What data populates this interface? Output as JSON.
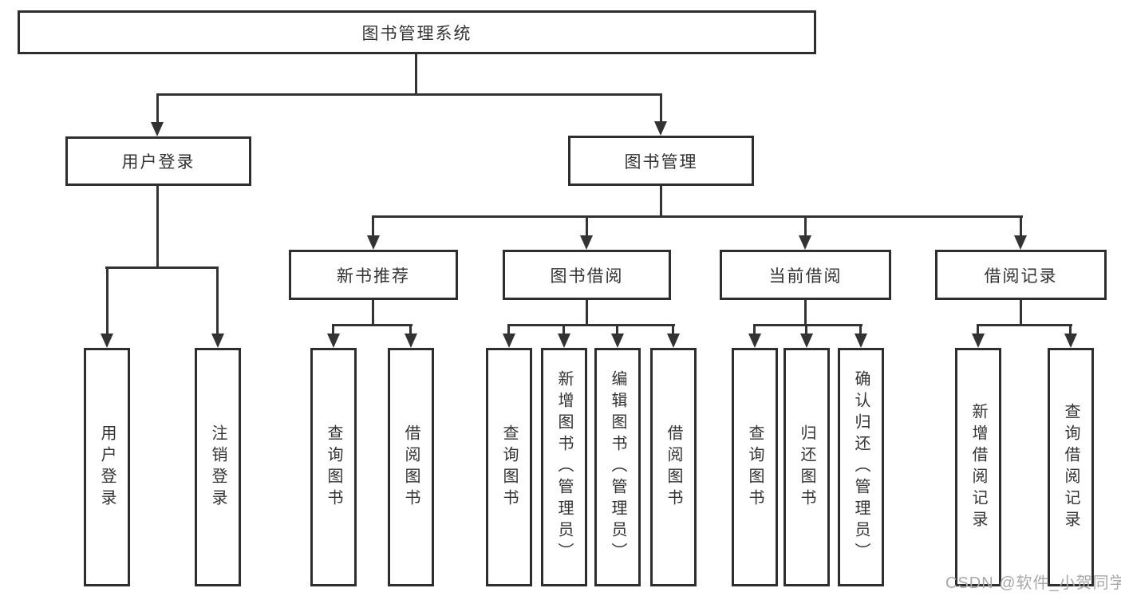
{
  "diagram_type": "hierarchy-diagram",
  "tree": {
    "label": "图书管理系统",
    "children": [
      {
        "label": "用户登录",
        "children": [
          {
            "label": "用户登录"
          },
          {
            "label": "注销登录"
          }
        ]
      },
      {
        "label": "图书管理",
        "children": [
          {
            "label": "新书推荐",
            "children": [
              {
                "label": "查询图书"
              },
              {
                "label": "借阅图书"
              }
            ]
          },
          {
            "label": "图书借阅",
            "children": [
              {
                "label": "查询图书"
              },
              {
                "label": "新增图书（管理员）"
              },
              {
                "label": "编辑图书（管理员）"
              },
              {
                "label": "借阅图书"
              }
            ]
          },
          {
            "label": "当前借阅",
            "children": [
              {
                "label": "查询图书"
              },
              {
                "label": "归还图书"
              },
              {
                "label": "确认归还（管理员）"
              }
            ]
          },
          {
            "label": "借阅记录",
            "children": [
              {
                "label": "新增借阅记录"
              },
              {
                "label": "查询借阅记录"
              }
            ]
          }
        ]
      }
    ]
  },
  "watermark": {
    "text": "CSDN @软件_小贺同学",
    "color": "#a8a8a8"
  },
  "colors": {
    "line": "#333333",
    "box_border": "#2e2e2e",
    "text": "#333333",
    "background": "#ffffff"
  }
}
